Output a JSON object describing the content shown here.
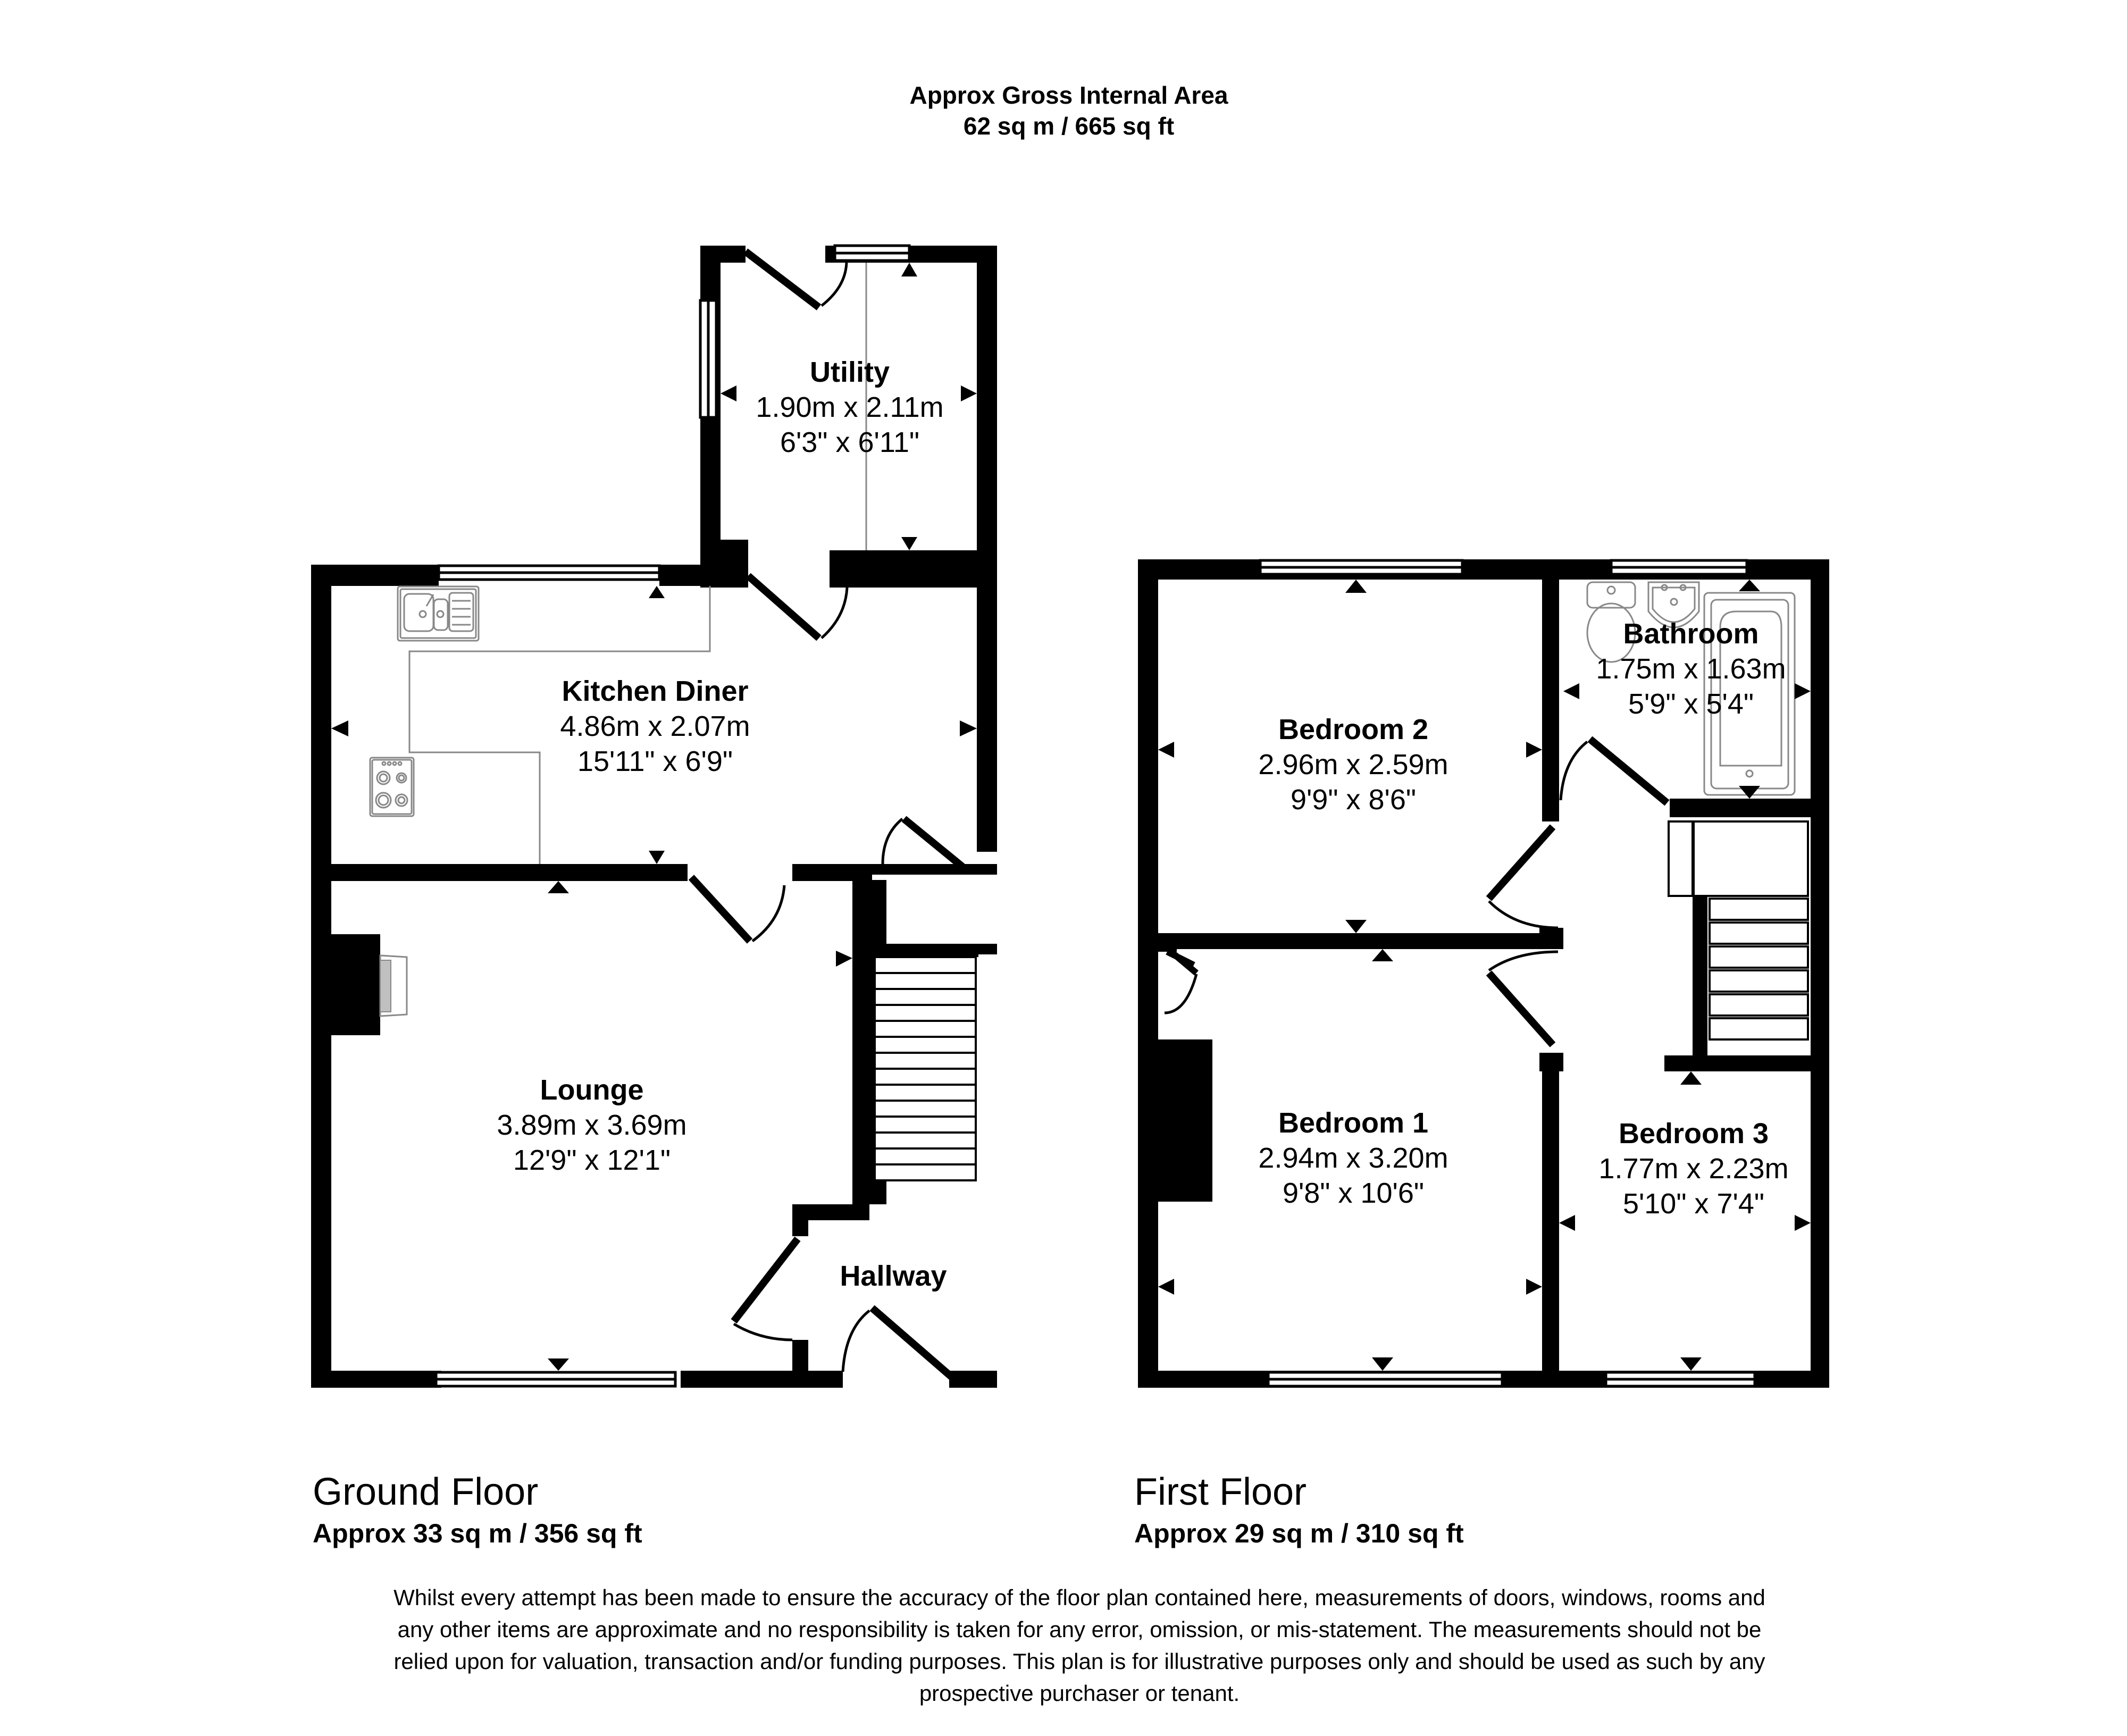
{
  "header": {
    "title": "Approx Gross Internal Area",
    "total_area": "62 sq m / 665 sq ft"
  },
  "ground_floor": {
    "label": "Ground Floor",
    "area": "Approx 33 sq m / 356 sq ft",
    "rooms": [
      {
        "name": "Utility",
        "metric": "1.90m x 2.11m",
        "imperial": "6'3\" x 6'11\""
      },
      {
        "name": "Kitchen Diner",
        "metric": "4.86m x 2.07m",
        "imperial": "15'11\" x 6'9\""
      },
      {
        "name": "Lounge",
        "metric": "3.89m x 3.69m",
        "imperial": "12'9\" x 12'1\""
      },
      {
        "name": "Hallway",
        "metric": "",
        "imperial": ""
      }
    ]
  },
  "first_floor": {
    "label": "First Floor",
    "area": "Approx 29 sq m / 310 sq ft",
    "rooms": [
      {
        "name": "Bedroom 2",
        "metric": "2.96m x 2.59m",
        "imperial": "9'9\" x 8'6\""
      },
      {
        "name": "Bathroom",
        "metric": "1.75m x 1.63m",
        "imperial": "5'9\" x 5'4\""
      },
      {
        "name": "Bedroom 1",
        "metric": "2.94m x 3.20m",
        "imperial": "9'8\" x 10'6\""
      },
      {
        "name": "Bedroom 3",
        "metric": "1.77m x 2.23m",
        "imperial": "5'10\" x 7'4\""
      }
    ]
  },
  "disclaimer": {
    "lines": [
      "Whilst every attempt has been made to ensure the accuracy of the floor plan contained here, measurements of doors, windows, rooms and",
      "any other items are approximate and no responsibility is taken for any error, omission, or mis-statement. The measurements should not be",
      "relied upon for valuation, transaction and/or funding purposes. This plan is for illustrative purposes only and should be used as such by any",
      "prospective purchaser or tenant."
    ]
  },
  "colors": {
    "wall": "#000000",
    "fixture": "#808080",
    "background": "#ffffff"
  }
}
